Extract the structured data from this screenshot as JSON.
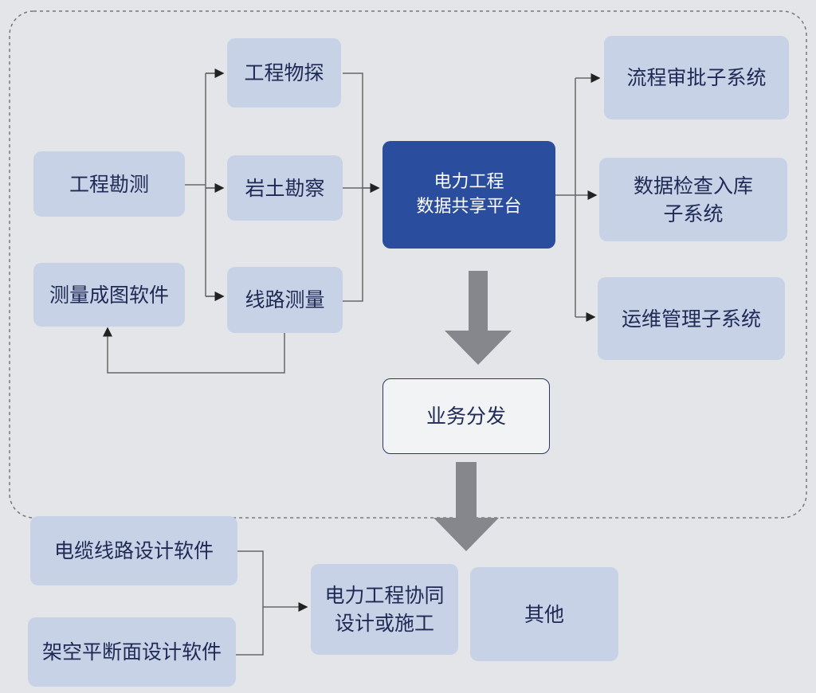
{
  "nodes": {
    "geophysics": "工程物探",
    "geotech": "岩土勘察",
    "line_survey": "线路测量",
    "eng_survey": "工程勘测",
    "mapping_software": "测量成图软件",
    "platform": "电力工程\n数据共享平台",
    "approval": "流程审批子系统",
    "data_check": "数据检查入库\n子系统",
    "ops": "运维管理子系统",
    "distribution": "业务分发",
    "cable_design": "电缆线路设计软件",
    "overhead_design": "架空平断面设计软件",
    "collab": "电力工程协同\n设计或施工",
    "other": "其他"
  },
  "colors": {
    "platform": "#2a4d9e",
    "node": "#c8d2e6",
    "arrow": "#85878c"
  }
}
